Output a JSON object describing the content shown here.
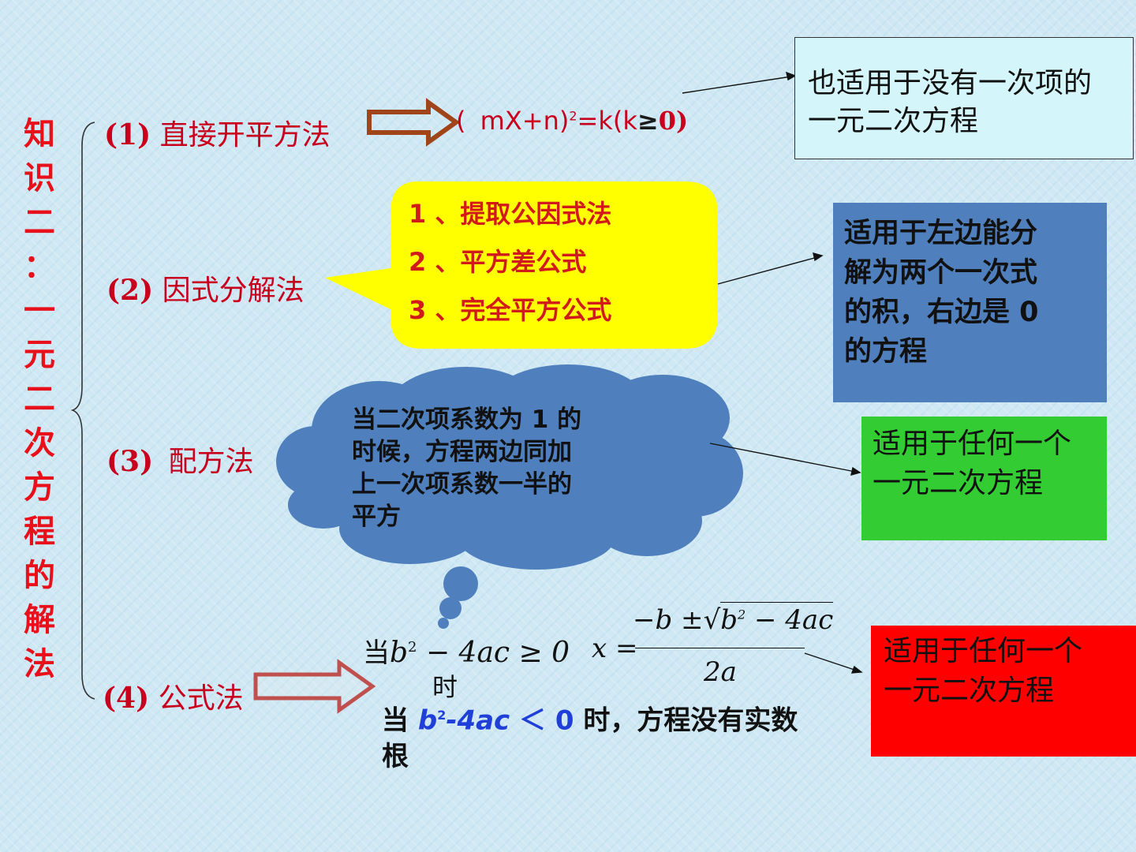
{
  "side_title_chars": [
    "知",
    "识",
    "二",
    "：",
    "一",
    "元",
    "二",
    "次",
    "方",
    "程",
    "的",
    "解",
    "法"
  ],
  "methods": [
    {
      "num": "(1)",
      "name": "直接开平方法"
    },
    {
      "num": "(2)",
      "name": "因式分解法"
    },
    {
      "num": "(3)",
      "name": "配方法"
    },
    {
      "num": "(4)",
      "name": "公式法"
    }
  ],
  "formula1": {
    "open": "(",
    "body": "mX+n)",
    "exp": "2",
    "tail": "=k(k",
    "ge": "≥",
    "close": "0)"
  },
  "box_no_linear": {
    "line1": "也适用于没有一次项的",
    "line2": "一元二次方程"
  },
  "factor_bubble": {
    "items": [
      "1 、提取公因式法",
      "2 、平方差公式",
      "3 、完全平方公式"
    ]
  },
  "box_factor": {
    "line1": "适用于左边能分",
    "line2": "解为两个一次式",
    "line3": "的积，右边是 0",
    "line4": "的方程"
  },
  "cloud": {
    "line1": "当二次项系数为 1 的",
    "line2": "时候，方程两边同加",
    "line3": "上一次项系数一半的",
    "line4": "平方"
  },
  "box_any1": {
    "line1": "适用于任何一个",
    "line2": "一元二次方程"
  },
  "box_any2": {
    "line1": "适用于任何一个",
    "line2": "一元二次方程"
  },
  "discriminant": {
    "dang": "当",
    "b": "b",
    "exp": "2",
    "rest": " − 4ac ≥ 0",
    "shi": "时"
  },
  "quadratic": {
    "lhs": "x =",
    "num_prefix": "−b ±",
    "rad_b": "b",
    "rad_exp": "2",
    "rad_rest": " − 4ac",
    "den": "2a"
  },
  "note": {
    "p1": "当 ",
    "b": "b",
    "exp": "2",
    "mid": "-4ac",
    "lt": " ＜ 0",
    "p2": " 时，方程没有实数",
    "p3": "根"
  },
  "colors": {
    "accent_red": "#c8001e",
    "title_red": "#e8101a",
    "bubble_yellow": "#ffff00",
    "cloud_blue": "#4f80bd",
    "green_box": "#33cc33",
    "red_box": "#ff0000",
    "arrow_red": "#c0504d"
  }
}
